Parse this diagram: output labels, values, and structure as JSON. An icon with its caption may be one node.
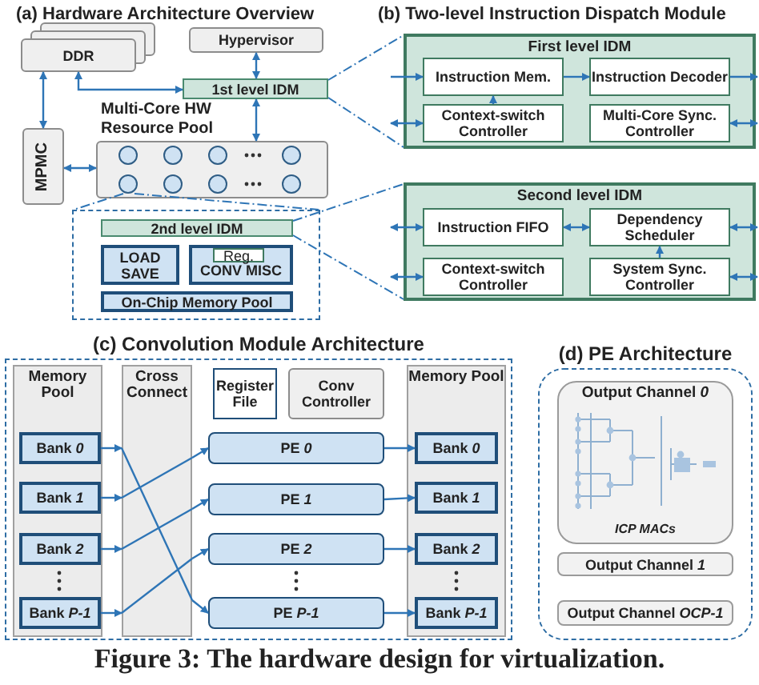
{
  "diagram": {
    "caption": "Figure 3: The hardware design for virtualization.",
    "nodes": [
      {
        "text": [
          "DDR"
        ]
      },
      {
        "text": [
          "Hypervisor"
        ]
      },
      {
        "text": [
          "1st level IDM"
        ]
      },
      {
        "text": [
          "MPMC"
        ]
      },
      {
        "text": [
          "Multi-Core HW Resource Pool"
        ]
      },
      {
        "text": [],
        "shape": "circle",
        "in": 4
      },
      {
        "text": [],
        "shape": "circle",
        "in": 4
      },
      {
        "text": [],
        "shape": "circle",
        "in": 4
      },
      {
        "text": [],
        "shape": "circle",
        "in": 4
      },
      {
        "text": [],
        "shape": "circle",
        "in": 4
      },
      {
        "text": [],
        "shape": "circle",
        "in": 4
      },
      {
        "text": [],
        "shape": "circle",
        "in": 4
      },
      {
        "text": [],
        "shape": "circle",
        "in": 4
      },
      {
        "text": [],
        "shape": "box"
      },
      {
        "text": [
          "2nd level IDM"
        ],
        "in": 13
      },
      {
        "text": [
          "LOAD SAVE"
        ],
        "in": 13
      },
      {
        "text": [
          "CONV MISC"
        ],
        "in": 13
      },
      {
        "text": [
          "Reg."
        ],
        "in": 16
      },
      {
        "text": [
          "On-Chip Memory Pool"
        ],
        "in": 13
      },
      {
        "text": [
          "First level IDM"
        ]
      },
      {
        "text": [
          "Instruction Mem."
        ],
        "in": 19
      },
      {
        "text": [
          "Instruction Decoder"
        ],
        "in": 19
      },
      {
        "text": [
          "Context-switch Controller"
        ],
        "in": 19
      },
      {
        "text": [
          "Multi-Core Sync. Controller"
        ],
        "in": 19
      },
      {
        "text": [
          "Second level IDM"
        ]
      },
      {
        "text": [
          "Instruction FIFO"
        ],
        "in": 24
      },
      {
        "text": [
          "Dependency Scheduler"
        ],
        "in": 24
      },
      {
        "text": [
          "Context-switch Controller"
        ],
        "in": 24
      },
      {
        "text": [
          "System Sync. Controller"
        ],
        "in": 24
      },
      {
        "text": [
          "(c) Convolution Module Architecture"
        ]
      },
      {
        "text": [
          "Memory Pool"
        ],
        "in": 29
      },
      {
        "text": [
          "Bank *0*"
        ],
        "in": 30
      },
      {
        "text": [
          "Bank *1*"
        ],
        "in": 30
      },
      {
        "text": [
          "Bank *2*"
        ],
        "in": 30
      },
      {
        "text": [
          "Bank *P-1*"
        ],
        "in": 30
      },
      {
        "text": [
          "Cross Connect"
        ],
        "in": 29
      },
      {
        "text": [
          "Register File"
        ],
        "in": 29
      },
      {
        "text": [
          "Conv Controller"
        ],
        "in": 29
      },
      {
        "text": [
          "PE *0*"
        ],
        "in": 29
      },
      {
        "text": [
          "PE *1*"
        ],
        "in": 29
      },
      {
        "text": [
          "PE *2*"
        ],
        "in": 29
      },
      {
        "text": [
          "PE *P-1*"
        ],
        "in": 29
      },
      {
        "text": [
          "Memory Pool"
        ],
        "in": 29
      },
      {
        "text": [
          "Bank *0*"
        ],
        "in": 42
      },
      {
        "text": [
          "Bank *1*"
        ],
        "in": 42
      },
      {
        "text": [
          "Bank *2*"
        ],
        "in": 42
      },
      {
        "text": [
          "Bank *P-1*"
        ],
        "in": 42
      },
      {
        "text": [
          "(d) PE Architecture"
        ]
      },
      {
        "text": [
          "Output Channel *0*",
          "ICP MACs"
        ],
        "in": 47
      },
      {
        "text": [
          "Output Channel *1*"
        ],
        "in": 47
      },
      {
        "text": [
          "Output Channel *OCP-1*"
        ],
        "in": 47
      }
    ],
    "edges": [
      {
        "from": 0,
        "to": 2,
        "arrow": "both"
      },
      {
        "from": 0,
        "to": 3,
        "arrow": "both"
      },
      {
        "from": 1,
        "to": 2,
        "arrow": "both"
      },
      {
        "from": 2,
        "to": 4,
        "arrow": "both"
      },
      {
        "from": 3,
        "to": 4,
        "arrow": "both"
      },
      {
        "from": null,
        "to": 20,
        "arrow": "to"
      },
      {
        "from": 20,
        "to": 21,
        "arrow": "to"
      },
      {
        "from": 21,
        "to": null,
        "arrow": "to"
      },
      {
        "from": 22,
        "to": 20,
        "arrow": "to"
      },
      {
        "from": null,
        "to": 22,
        "arrow": "both"
      },
      {
        "from": 23,
        "to": null,
        "arrow": "both"
      },
      {
        "from": null,
        "to": 25,
        "arrow": "both"
      },
      {
        "from": 25,
        "to": 26,
        "arrow": "both"
      },
      {
        "from": 26,
        "to": null,
        "arrow": "both"
      },
      {
        "from": null,
        "to": 27,
        "arrow": "both"
      },
      {
        "from": 28,
        "to": null,
        "arrow": "both"
      },
      {
        "from": 28,
        "to": 26,
        "arrow": "to"
      },
      {
        "from": 31,
        "to": 35,
        "arrow": "to"
      },
      {
        "from": 32,
        "to": 35,
        "arrow": "to"
      },
      {
        "from": 33,
        "to": 35,
        "arrow": "to"
      },
      {
        "from": 34,
        "to": 35,
        "arrow": "to"
      },
      {
        "from": 35,
        "to": 38,
        "arrow": "to"
      },
      {
        "from": 35,
        "to": 39,
        "arrow": "to"
      },
      {
        "from": 35,
        "to": 40,
        "arrow": "to"
      },
      {
        "from": 35,
        "to": 41,
        "arrow": "to"
      },
      {
        "from": 38,
        "to": 43,
        "arrow": "to"
      },
      {
        "from": 39,
        "to": 44,
        "arrow": "to"
      },
      {
        "from": 40,
        "to": 45,
        "arrow": "to"
      },
      {
        "from": 41,
        "to": 46,
        "arrow": "to"
      },
      {
        "from": 2,
        "to": 19,
        "arrow": "none",
        "style": "dashed"
      },
      {
        "from": 2,
        "to": 19,
        "arrow": "none",
        "style": "dashed"
      },
      {
        "from": 14,
        "to": 24,
        "arrow": "none",
        "style": "dashed"
      },
      {
        "from": 14,
        "to": 24,
        "arrow": "none",
        "style": "dashed"
      },
      {
        "from": 9,
        "to": 13,
        "arrow": "none",
        "style": "dashed"
      },
      {
        "from": 9,
        "to": 13,
        "arrow": "none",
        "style": "dashed"
      }
    ],
    "labels": [
      "(a) Hardware Architecture Overview",
      "(b) Two-level Instruction Dispatch Module"
    ]
  }
}
